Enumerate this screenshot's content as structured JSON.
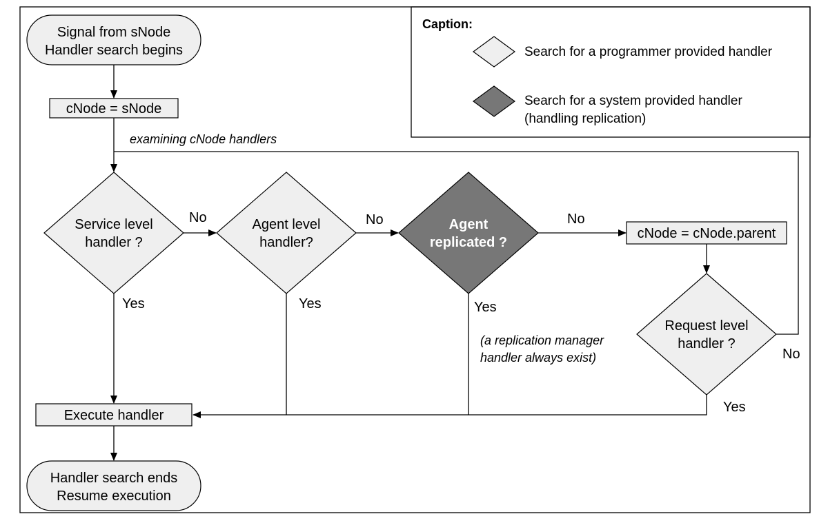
{
  "start": {
    "line1": "Signal from sNode",
    "line2": "Handler search begins"
  },
  "init_box": "cNode = sNode",
  "loop_note": "examining cNode handlers",
  "decisions": {
    "service": {
      "line1": "Service level",
      "line2": "handler ?"
    },
    "agent": {
      "line1": "Agent level",
      "line2": "handler?"
    },
    "replicated": {
      "line1": "Agent",
      "line2": "replicated ?"
    },
    "request": {
      "line1": "Request level",
      "line2": "handler ?"
    }
  },
  "parent_box": "cNode = cNode.parent",
  "execute_box": "Execute handler",
  "end": {
    "line1": "Handler search ends",
    "line2": "Resume execution"
  },
  "edge_labels": {
    "no": "No",
    "yes": "Yes"
  },
  "replication_note": {
    "line1": "(a replication manager",
    "line2": "handler always exist)"
  },
  "caption": {
    "title": "Caption:",
    "programmer": "Search for a programmer provided handler",
    "system_line1": "Search for a system provided handler",
    "system_line2": "(handling replication)"
  },
  "colors": {
    "light_fill": "#efefef",
    "dark_fill": "#777777",
    "stroke": "#000000"
  }
}
